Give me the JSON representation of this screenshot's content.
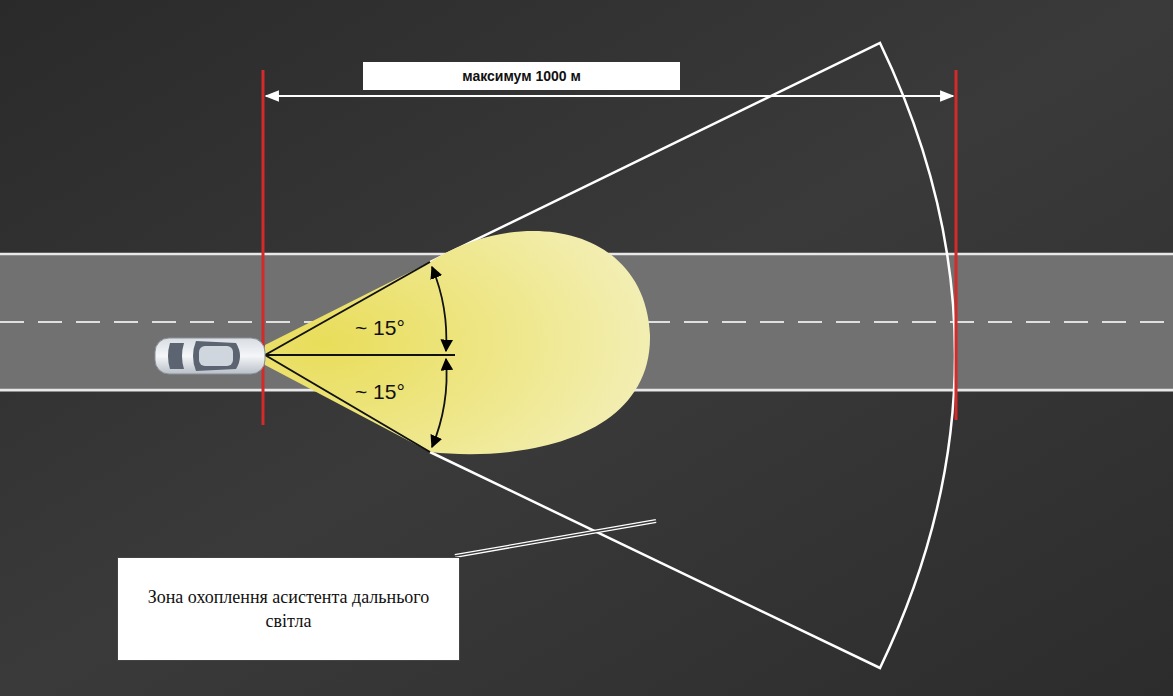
{
  "diagram": {
    "nodes": [
      {
        "text": [
          "максимум 1000 м"
        ]
      },
      {
        "text": [
          "Зона охоплення асистента дальнього світла"
        ]
      }
    ],
    "labels": [
      "~ 15°",
      "~ 15°"
    ]
  }
}
